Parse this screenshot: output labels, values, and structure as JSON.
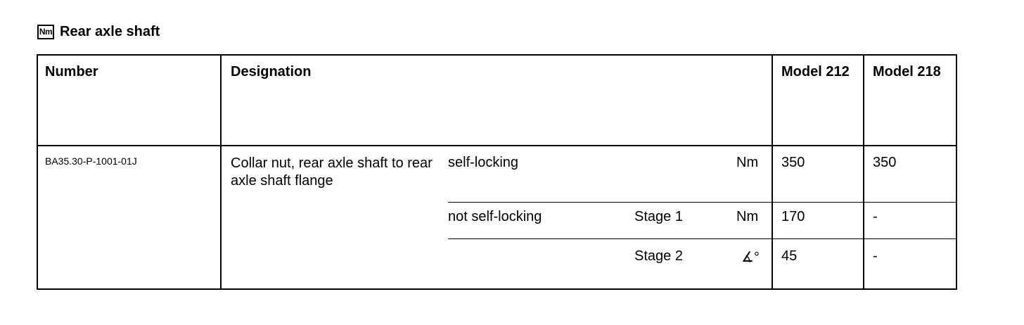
{
  "header": {
    "icon_label": "Nm",
    "title": "Rear axle shaft"
  },
  "table": {
    "columns": {
      "number": "Number",
      "designation": "Designation",
      "model_212": "Model 212",
      "model_218": "Model 218"
    },
    "row": {
      "number": "BA35.30-P-1001-01J",
      "designation": "Collar nut, rear axle shaft to rear axle shaft flange",
      "sub": [
        {
          "condition": "self-locking",
          "stage": "",
          "unit": "Nm",
          "model_212": "350",
          "model_218": "350"
        },
        {
          "condition": "not self-locking",
          "stage": "Stage 1",
          "unit": "Nm",
          "model_212": "170",
          "model_218": "-"
        },
        {
          "condition": "",
          "stage": "Stage 2",
          "unit": "∡°",
          "model_212": "45",
          "model_218": "-"
        }
      ]
    }
  }
}
